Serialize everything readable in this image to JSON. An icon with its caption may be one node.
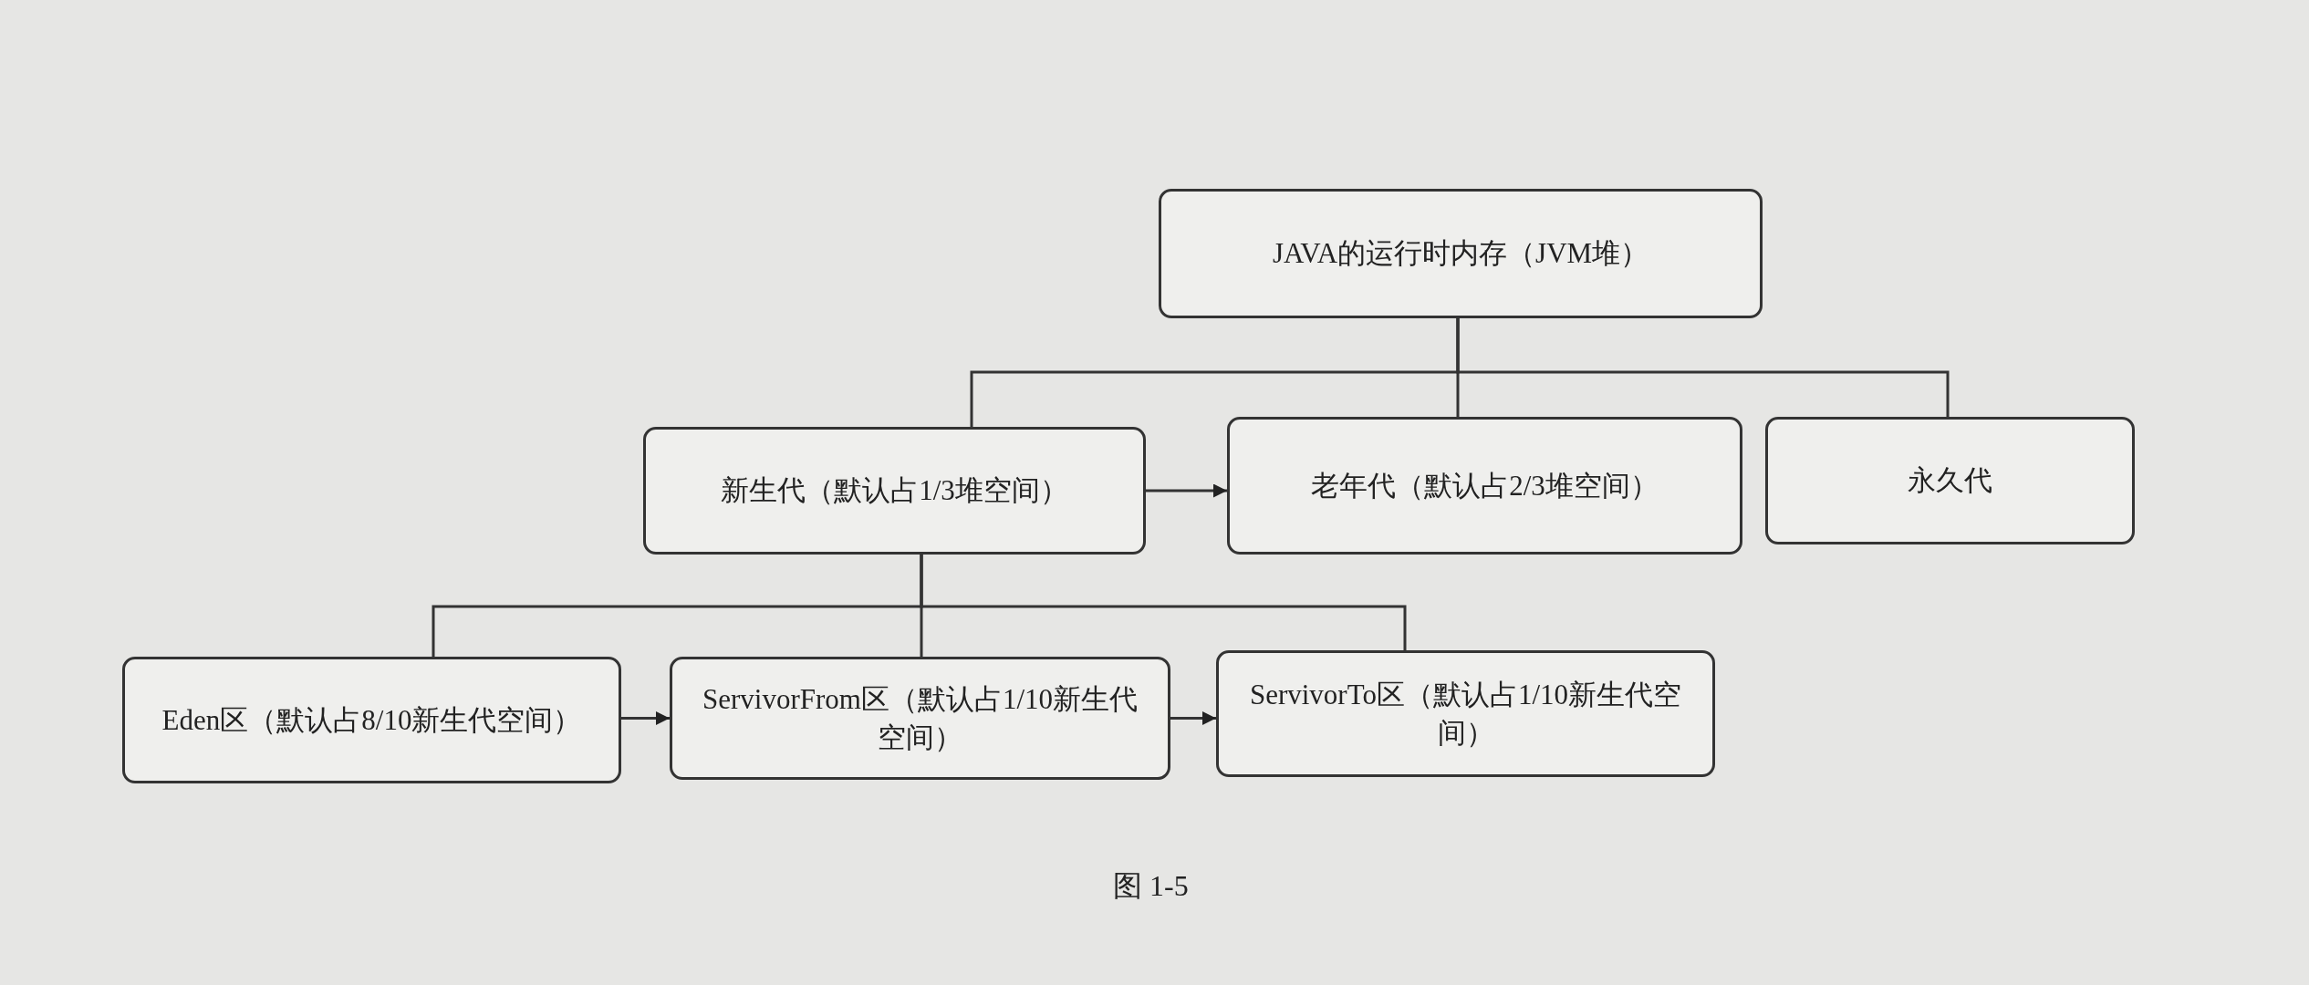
{
  "diagram": {
    "caption": "图 1-5",
    "nodes": [
      {
        "text": [
          "JAVA的运行时内存（JVM堆）"
        ]
      },
      {
        "text": [
          "新生代（默认占1/3堆空间）"
        ]
      },
      {
        "text": [
          "老年代（默认占2/3堆空间）"
        ]
      },
      {
        "text": [
          "永久代"
        ]
      },
      {
        "text": [
          "Eden区（默认占8/10新生代空间）"
        ]
      },
      {
        "text": [
          "ServivorFrom区（默认占1/10新生代空间）"
        ]
      },
      {
        "text": [
          "ServivorTo区（默认占1/10新生代空间）"
        ]
      }
    ],
    "edges": [
      {
        "from": 0,
        "to": 1,
        "arrow": "none"
      },
      {
        "from": 0,
        "to": 2,
        "arrow": "none"
      },
      {
        "from": 0,
        "to": 3,
        "arrow": "none"
      },
      {
        "from": 1,
        "to": 2,
        "arrow": "to"
      },
      {
        "from": 1,
        "to": 4,
        "arrow": "none"
      },
      {
        "from": 1,
        "to": 5,
        "arrow": "none"
      },
      {
        "from": 1,
        "to": 6,
        "arrow": "none"
      },
      {
        "from": 4,
        "to": 5,
        "arrow": "to"
      },
      {
        "from": 5,
        "to": 6,
        "arrow": "to"
      }
    ]
  }
}
